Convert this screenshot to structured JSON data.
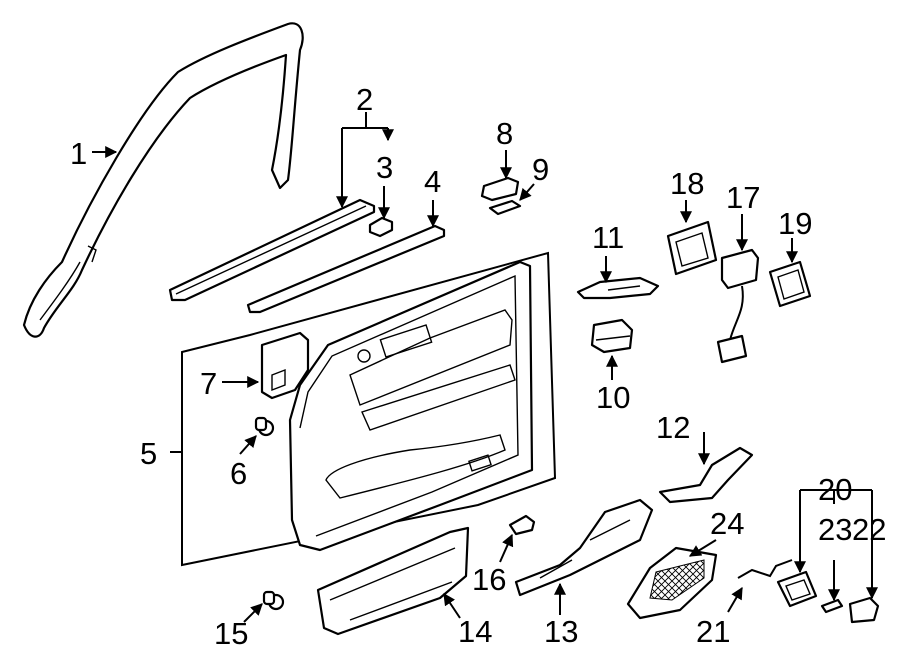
{
  "callouts": [
    {
      "id": "1",
      "label": "1"
    },
    {
      "id": "2",
      "label": "2"
    },
    {
      "id": "3",
      "label": "3"
    },
    {
      "id": "4",
      "label": "4"
    },
    {
      "id": "5",
      "label": "5"
    },
    {
      "id": "6",
      "label": "6"
    },
    {
      "id": "7",
      "label": "7"
    },
    {
      "id": "8",
      "label": "8"
    },
    {
      "id": "9",
      "label": "9"
    },
    {
      "id": "10",
      "label": "10"
    },
    {
      "id": "11",
      "label": "11"
    },
    {
      "id": "12",
      "label": "12"
    },
    {
      "id": "13",
      "label": "13"
    },
    {
      "id": "14",
      "label": "14"
    },
    {
      "id": "15",
      "label": "15"
    },
    {
      "id": "16",
      "label": "16"
    },
    {
      "id": "17",
      "label": "17"
    },
    {
      "id": "18",
      "label": "18"
    },
    {
      "id": "19",
      "label": "19"
    },
    {
      "id": "20",
      "label": "20"
    },
    {
      "id": "21",
      "label": "21"
    },
    {
      "id": "22",
      "label": "22"
    },
    {
      "id": "23",
      "label": "23"
    },
    {
      "id": "24",
      "label": "24"
    }
  ],
  "colors": {
    "line": "#000000",
    "background": "#ffffff"
  }
}
